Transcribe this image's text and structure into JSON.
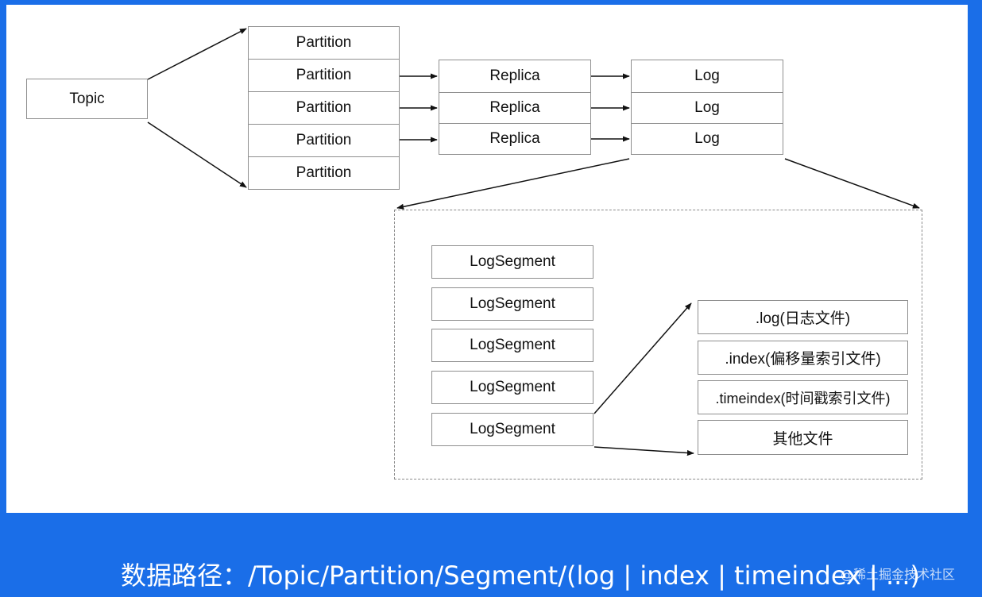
{
  "diagram": {
    "topic": "Topic",
    "partitions": [
      "Partition",
      "Partition",
      "Partition",
      "Partition",
      "Partition"
    ],
    "replicas": [
      "Replica",
      "Replica",
      "Replica"
    ],
    "logs": [
      "Log",
      "Log",
      "Log"
    ],
    "segments": [
      "LogSegment",
      "LogSegment",
      "LogSegment",
      "LogSegment",
      "LogSegment"
    ],
    "files": [
      ".log(日志文件)",
      ".index(偏移量索引文件)",
      ".timeindex(时间戳索引文件)",
      "其他文件"
    ]
  },
  "caption": "数据路径：/Topic/Partition/Segment/(log | index | timeindex | ...)",
  "watermark": "@稀土掘金技术社区",
  "colors": {
    "background": "#1a6ee8",
    "slide": "#ffffff",
    "border": "#8f8f8f"
  }
}
